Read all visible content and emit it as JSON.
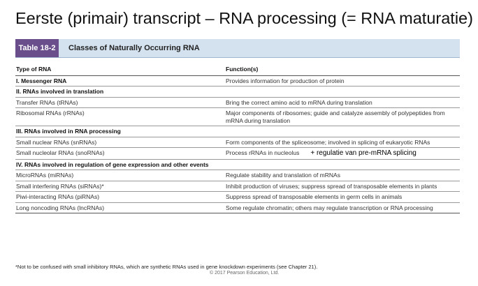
{
  "slide": {
    "title": "Eerste (primair) transcript – RNA processing (= RNA maturatie)"
  },
  "table": {
    "number": "Table 18-2",
    "caption": "Classes of Naturally Occurring RNA",
    "headers": [
      "Type of RNA",
      "Function(s)"
    ],
    "rows": [
      {
        "type": "I. Messenger RNA",
        "function": "Provides information for production of protein",
        "section": true
      },
      {
        "type": "II. RNAs involved in translation",
        "function": "",
        "section": true
      },
      {
        "type": "Transfer RNAs (tRNAs)",
        "function": "Bring the correct amino acid to mRNA during translation",
        "section": false
      },
      {
        "type": "Ribosomal RNAs (rRNAs)",
        "function": "Major components of ribosomes; guide and catalyze assembly of polypeptides from mRNA during translation",
        "section": false
      },
      {
        "type": "III. RNAs involved in RNA processing",
        "function": "",
        "section": true
      },
      {
        "type": "Small nuclear RNAs (snRNAs)",
        "function": "Form components of the spliceosome; involved in splicing of eukaryotic RNAs",
        "section": false
      },
      {
        "type": "Small nucleolar RNAs (snoRNAs)",
        "function": "Process rRNAs in nucleolus",
        "section": false
      },
      {
        "type": "IV. RNAs involved in regulation of gene expression and other events",
        "function": "",
        "section": true
      },
      {
        "type": "MicroRNAs (miRNAs)",
        "function": "Regulate stability and translation of mRNAs",
        "section": false
      },
      {
        "type": "Small interfering RNAs (siRNAs)*",
        "function": "Inhibit production of viruses; suppress spread of transposable elements in plants",
        "section": false
      },
      {
        "type": "Piwi-interacting RNAs (piRNAs)",
        "function": "Suppress spread of transposable elements in germ cells in animals",
        "section": false
      },
      {
        "type": "Long noncoding RNAs (lncRNAs)",
        "function": "Some regulate chromatin; others may regulate transcription or RNA processing",
        "section": false
      }
    ],
    "annotation": "+ regulatie van pre-mRNA splicing",
    "footnote": "*Not to be confused with small inhibitory RNAs, which are synthetic RNAs used in gene knockdown experiments (see Chapter 21).",
    "copyright": "© 2017 Pearson Education, Ltd."
  }
}
